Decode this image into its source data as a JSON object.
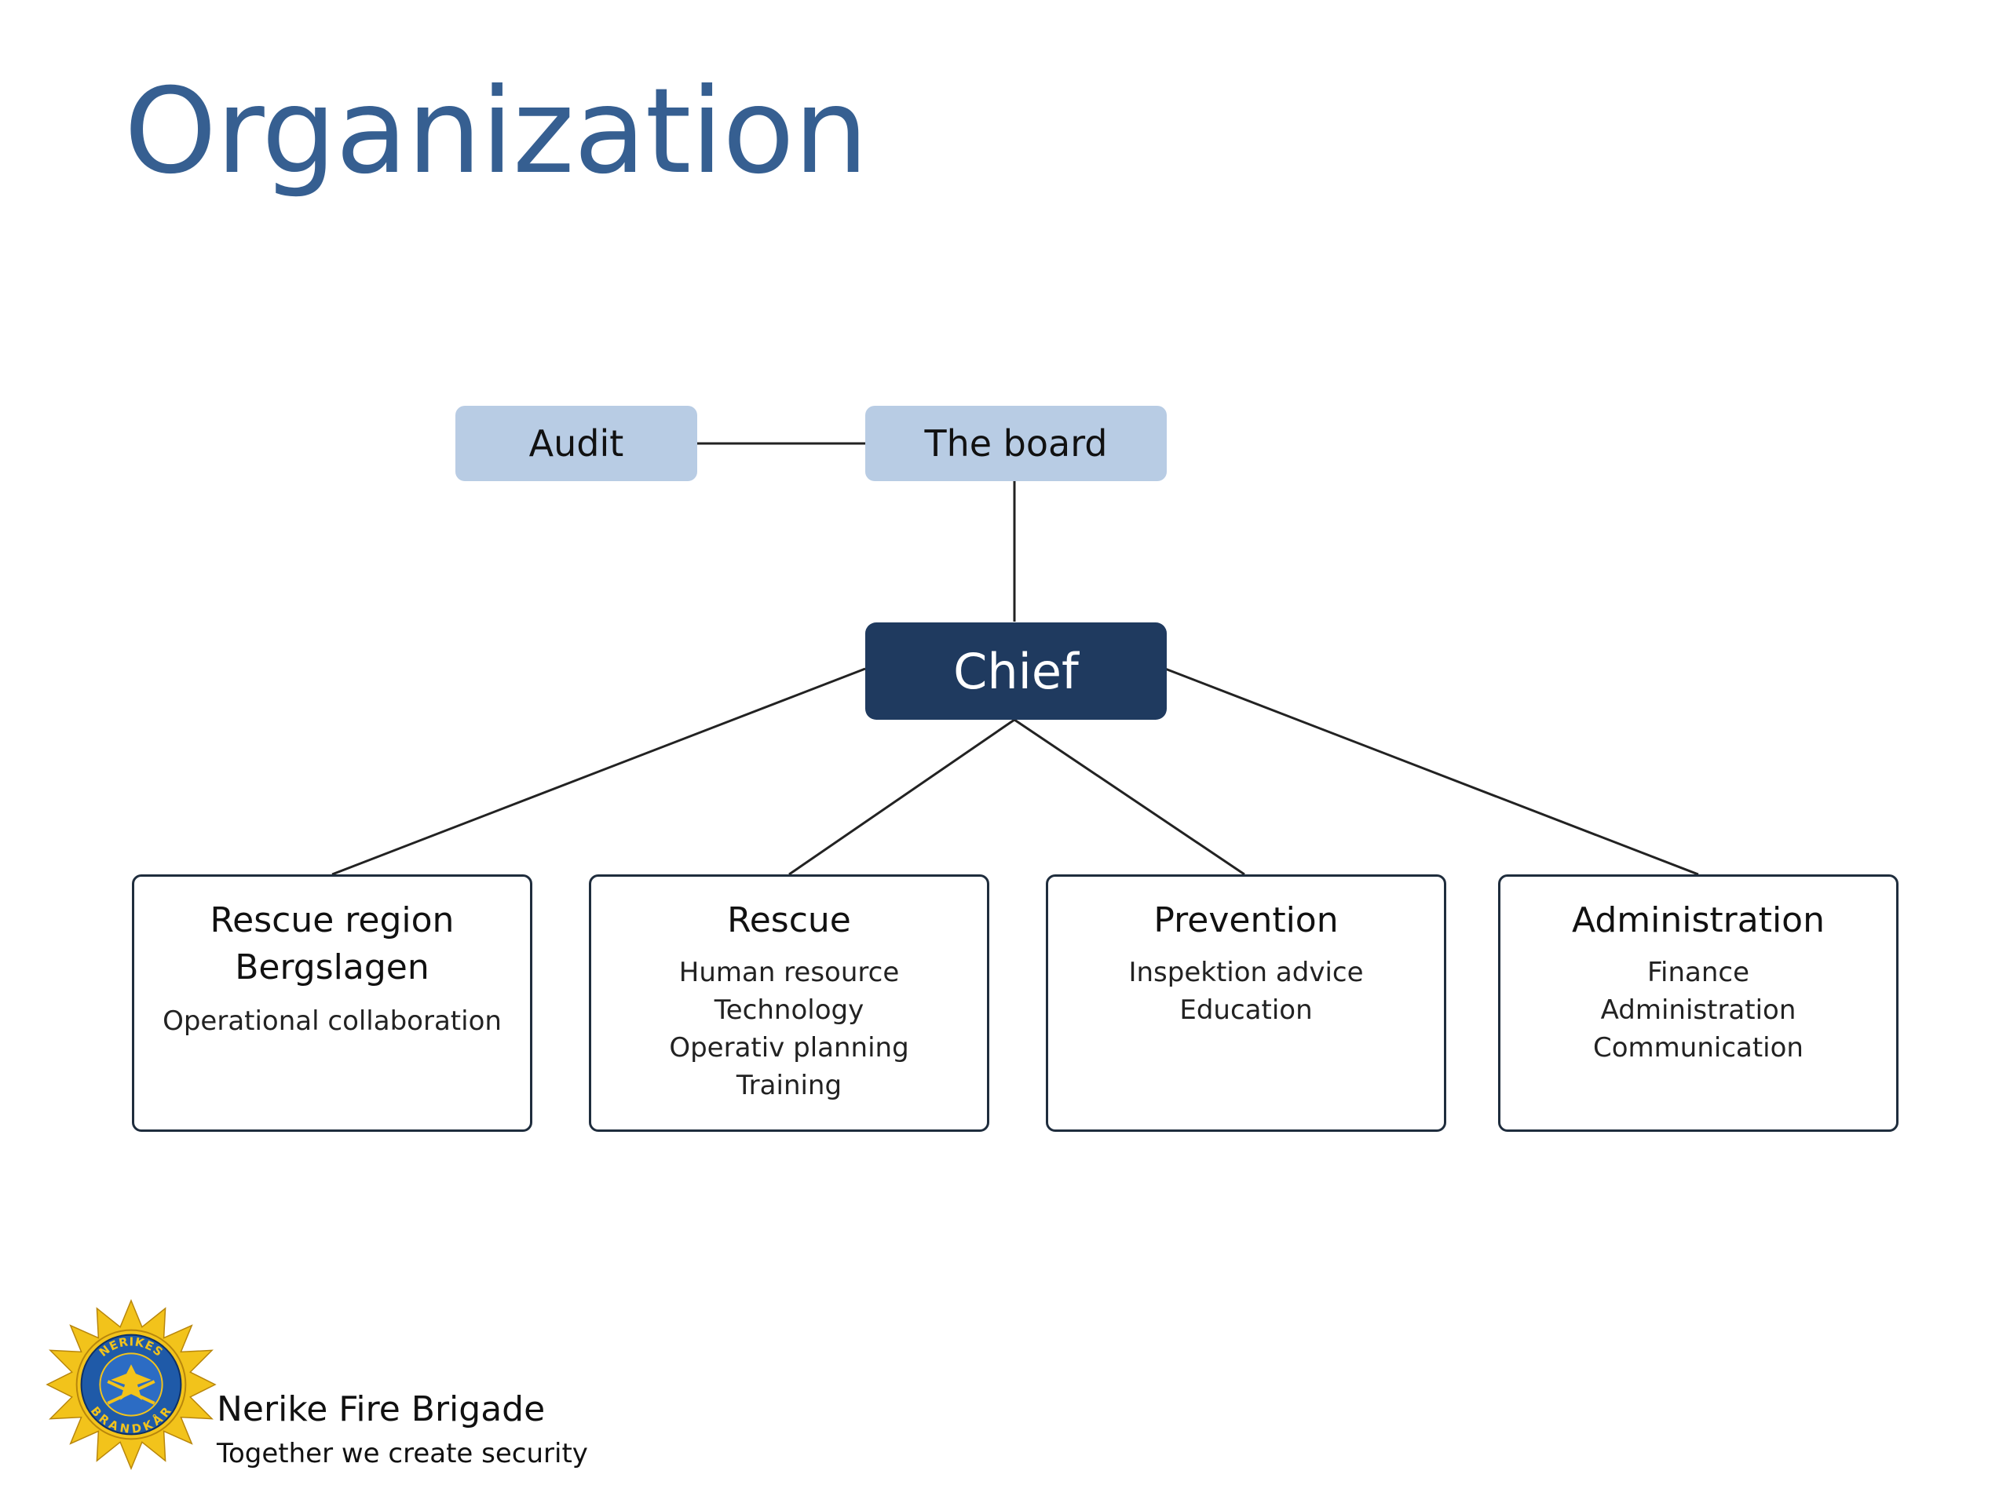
{
  "title": "Organization",
  "nodes": {
    "audit": "Audit",
    "board": "The board",
    "chief": "Chief"
  },
  "departments": [
    {
      "title_lines": [
        "Rescue region",
        "Bergslagen"
      ],
      "items": [
        "Operational collaboration"
      ]
    },
    {
      "title_lines": [
        "Rescue"
      ],
      "items": [
        "Human resource",
        "Technology",
        "Operativ planning",
        "Training"
      ]
    },
    {
      "title_lines": [
        "Prevention"
      ],
      "items": [
        "Inspektion advice",
        "Education"
      ]
    },
    {
      "title_lines": [
        "Administration"
      ],
      "items": [
        "Finance",
        "Administration",
        "Communication"
      ]
    }
  ],
  "footer": {
    "org_name": "Nerike Fire Brigade",
    "tagline": "Together we create security",
    "logo_text": [
      "NERIKES",
      "BRANDKÅR"
    ]
  },
  "colors": {
    "title": "#365f91",
    "light_box": "#b8cce4",
    "chief_box": "#1f3a5f",
    "logo_gold": "#f2c31b",
    "logo_blue": "#1f5aa8"
  }
}
